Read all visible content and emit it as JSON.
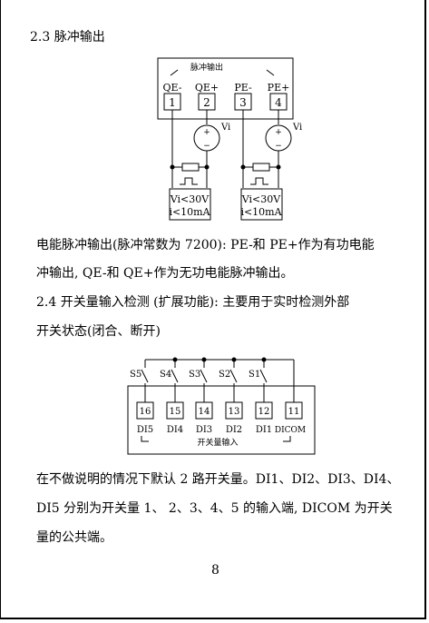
{
  "heading_23": "2.3 脉冲输出",
  "diagram1": {
    "box_title": "脉冲输出",
    "terminals": [
      {
        "label": "QE-",
        "num": "1"
      },
      {
        "label": "QE+",
        "num": "2"
      },
      {
        "label": "PE-",
        "num": "3"
      },
      {
        "label": "PE+",
        "num": "4"
      }
    ],
    "source_label": "Vi",
    "spec_line1": "Vi<30V",
    "spec_line2": "i<10mA"
  },
  "para1_line1": "电能脉冲输出(脉冲常数为 7200): PE-和 PE+作为有功电能",
  "para1_line2": "冲输出, QE-和 QE+作为无功电能脉冲输出。",
  "heading_24_line1": "2.4 开关量输入检测 (扩展功能): 主要用于实时检测外部",
  "heading_24_line2": "开关状态(闭合、断开)",
  "diagram2": {
    "switches": [
      "S5",
      "S4",
      "S3",
      "S2",
      "S1"
    ],
    "terminals": [
      {
        "num": "16",
        "label": "DI5"
      },
      {
        "num": "15",
        "label": "DI4"
      },
      {
        "num": "14",
        "label": "DI3"
      },
      {
        "num": "13",
        "label": "DI2"
      },
      {
        "num": "12",
        "label": "DI1"
      },
      {
        "num": "11",
        "label": "DICOM"
      }
    ],
    "box_title": "开关量输入"
  },
  "para2_line1": "在不做说明的情况下默认 2 路开关量。DI1、DI2、DI3、DI4、",
  "para2_line2": "DI5 分别为开关量 1、 2、3、4、5 的输入端, DICOM 为开关",
  "para2_line3": "量的公共端。",
  "page_number": "8"
}
